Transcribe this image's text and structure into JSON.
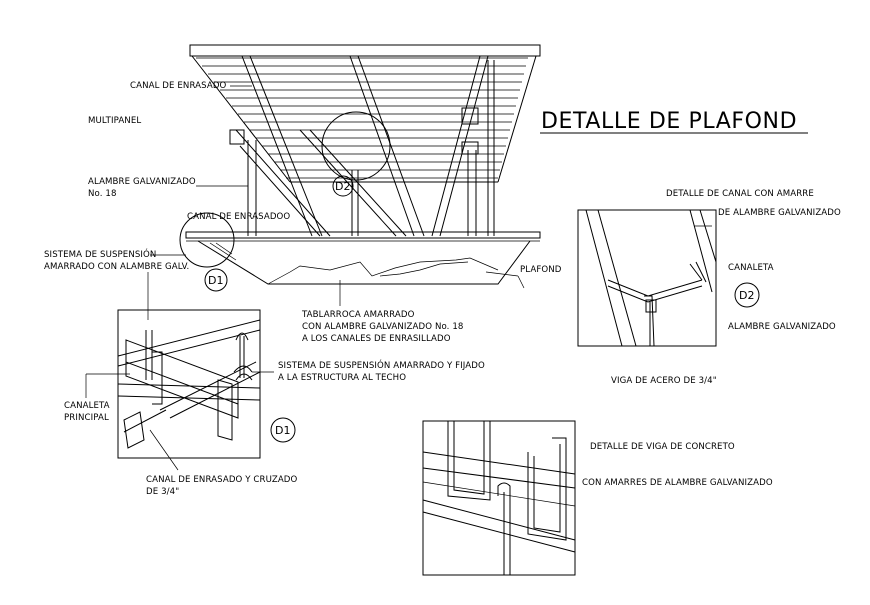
{
  "drawing": {
    "title": "DETALLE DE PLAFOND",
    "labels": {
      "canal_enrasado_top": "CANAL DE ENRASADO",
      "multipanel": "MULTIPANEL",
      "alambre_galvanizado_l1": "ALAMBRE GALVANIZADO",
      "alambre_galvanizado_l2": "No. 18",
      "canal_enrasado_mid": "CANAL DE ENRASADOO",
      "sistema_susp_l1": "SISTEMA DE SUSPENSIÓN",
      "sistema_susp_l2": "AMARRADO CON ALAMBRE GALV.",
      "plafond": "PLAFOND",
      "tablarroca_l1": "TABLARROCA AMARRADO",
      "tablarroca_l2": "CON ALAMBRE GALVANIZADO No. 18",
      "tablarroca_l3": "A LOS CANALES DE ENRASILLADO",
      "sistema_susp_fijado_l1": "SISTEMA DE SUSPENSIÓN AMARRADO Y FIJADO",
      "sistema_susp_fijado_l2": "A LA ESTRUCTURA AL TECHO",
      "canaleta_principal_l1": "CANALETA",
      "canaleta_principal_l2": "PRINCIPAL",
      "canal_cruzado_l1": "CANAL DE ENRASADO Y CRUZADO",
      "canal_cruzado_l2": "DE 3/4\"",
      "detalle_canal_l1": "DETALLE DE CANAL CON AMARRE",
      "detalle_canal_l2": "DE ALAMBRE GALVANIZADO",
      "canaleta_d2": "CANALETA",
      "alambre_d2": "ALAMBRE GALVANIZADO",
      "viga_acero": "VIGA DE ACERO DE 3/4\"",
      "detalle_viga_concreto": "DETALLE DE VIGA DE CONCRETO",
      "con_amarres": "CON AMARRES DE ALAMBRE GALVANIZADO"
    },
    "badges": {
      "d1_main": "D1",
      "d2_main": "D2",
      "d2_detail": "D2",
      "d1_detail": "D1"
    }
  }
}
